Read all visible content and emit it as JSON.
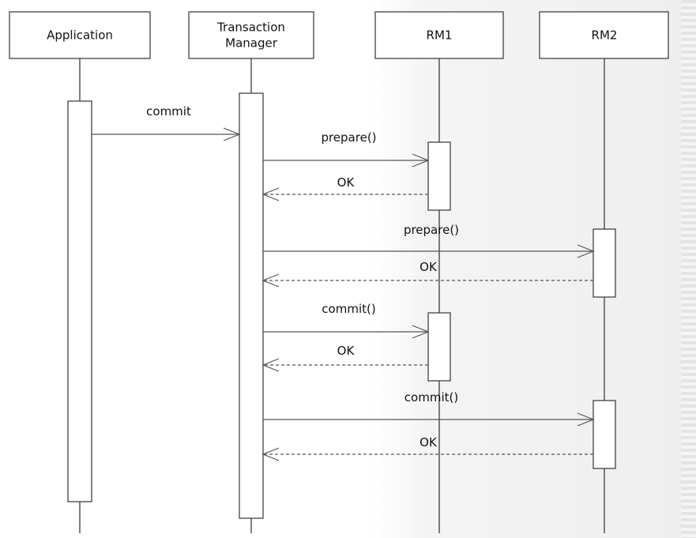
{
  "participants": [
    {
      "id": "app",
      "lines": [
        "Application"
      ]
    },
    {
      "id": "tm",
      "lines": [
        "Transaction",
        "Manager"
      ]
    },
    {
      "id": "rm1",
      "lines": [
        "RM1"
      ]
    },
    {
      "id": "rm2",
      "lines": [
        "RM2"
      ]
    }
  ],
  "messages": [
    {
      "from": "app",
      "to": "tm",
      "label": "commit",
      "kind": "call"
    },
    {
      "from": "tm",
      "to": "rm1",
      "label": "prepare()",
      "kind": "call"
    },
    {
      "from": "rm1",
      "to": "tm",
      "label": "OK",
      "kind": "return"
    },
    {
      "from": "tm",
      "to": "rm2",
      "label": "prepare()",
      "kind": "call"
    },
    {
      "from": "rm2",
      "to": "tm",
      "label": "OK",
      "kind": "return"
    },
    {
      "from": "tm",
      "to": "rm1",
      "label": "commit()",
      "kind": "call"
    },
    {
      "from": "rm1",
      "to": "tm",
      "label": "OK",
      "kind": "return"
    },
    {
      "from": "tm",
      "to": "rm2",
      "label": "commit()",
      "kind": "call"
    },
    {
      "from": "rm2",
      "to": "tm",
      "label": "OK",
      "kind": "return"
    }
  ],
  "colors": {
    "line": "#555555",
    "box_border": "#333333",
    "text": "#111111"
  }
}
